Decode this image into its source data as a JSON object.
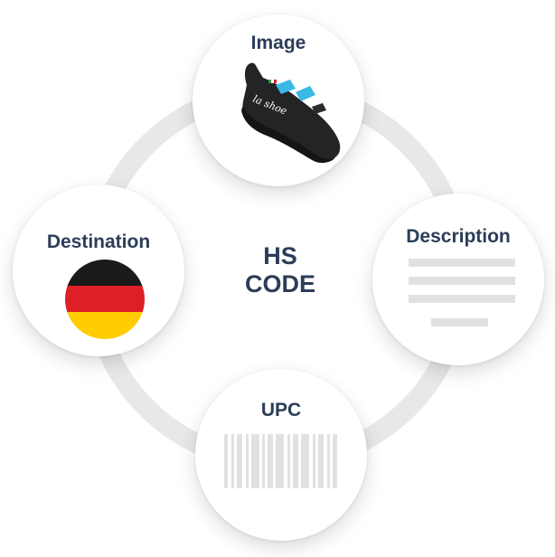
{
  "center": {
    "line1": "HS",
    "line2": "CODE"
  },
  "nodes": {
    "image": {
      "label": "Image",
      "icon": "climbing-shoe-icon",
      "shoe_brand": "la shoe"
    },
    "destination": {
      "label": "Destination",
      "icon": "germany-flag-icon"
    },
    "description": {
      "label": "Description",
      "icon": "text-lines-icon"
    },
    "upc": {
      "label": "UPC",
      "icon": "barcode-icon"
    }
  },
  "colors": {
    "text": "#2c3d57",
    "ring": "#e7e7e7",
    "placeholder_gray": "#e1e1e1",
    "shoe_accent": "#3ab8e6",
    "flag_black": "#1a1a1a",
    "flag_red": "#dd1f26",
    "flag_gold": "#ffcd00"
  }
}
